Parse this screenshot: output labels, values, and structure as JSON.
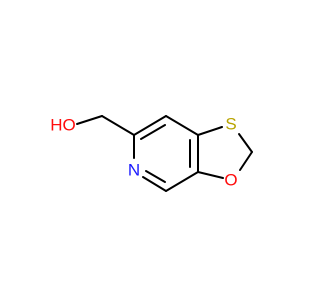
{
  "molecule": {
    "atoms": {
      "hydroxyl": {
        "label": "HO",
        "color": "#ff0d0d"
      },
      "sulfur": {
        "label": "S",
        "color": "#b8a400"
      },
      "ring_oxygen": {
        "label": "O",
        "color": "#ff0d0d"
      },
      "nitrogen": {
        "label": "N",
        "color": "#1a1aff"
      }
    },
    "bond_color": "#000000"
  }
}
